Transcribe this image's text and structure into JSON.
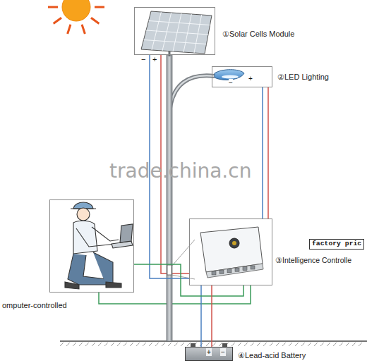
{
  "diagram": {
    "nodes": [
      {
        "text": [
          "①Solar Cells Module"
        ]
      },
      {
        "text": [
          "②LED Lighting"
        ]
      },
      {
        "text": [
          "omputer-controlled"
        ]
      },
      {
        "text": [
          "③Intelligence Controlle"
        ]
      },
      {
        "text": [
          "④Lead-acid Battery"
        ]
      }
    ],
    "edges": [
      {
        "from": 0,
        "to": 3,
        "arrow": "none"
      },
      {
        "from": 1,
        "to": 3,
        "arrow": "none"
      },
      {
        "from": 2,
        "to": 3,
        "arrow": "none"
      },
      {
        "from": 3,
        "to": 4,
        "arrow": "none"
      }
    ],
    "labels": [
      "trade.china.cn",
      "factory pric",
      "−",
      "+",
      "−",
      "+",
      "+",
      "−"
    ]
  }
}
